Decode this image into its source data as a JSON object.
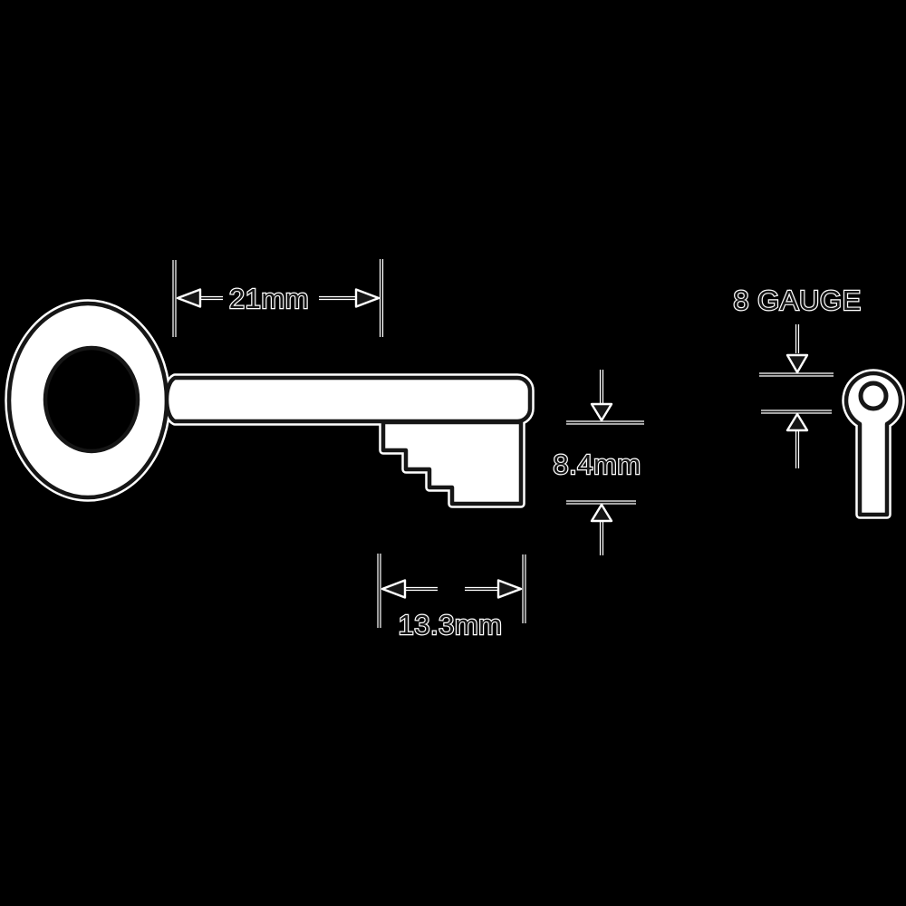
{
  "diagram": {
    "background_color": "#000000",
    "line_color": "#161616",
    "halo_color": "#ffffff",
    "key_fill_color": "#ffffff",
    "labels": {
      "shaft_length": "21mm",
      "bit_depth": "8.4mm",
      "bit_width": "13.3mm",
      "gauge": "8 GAUGE"
    }
  }
}
